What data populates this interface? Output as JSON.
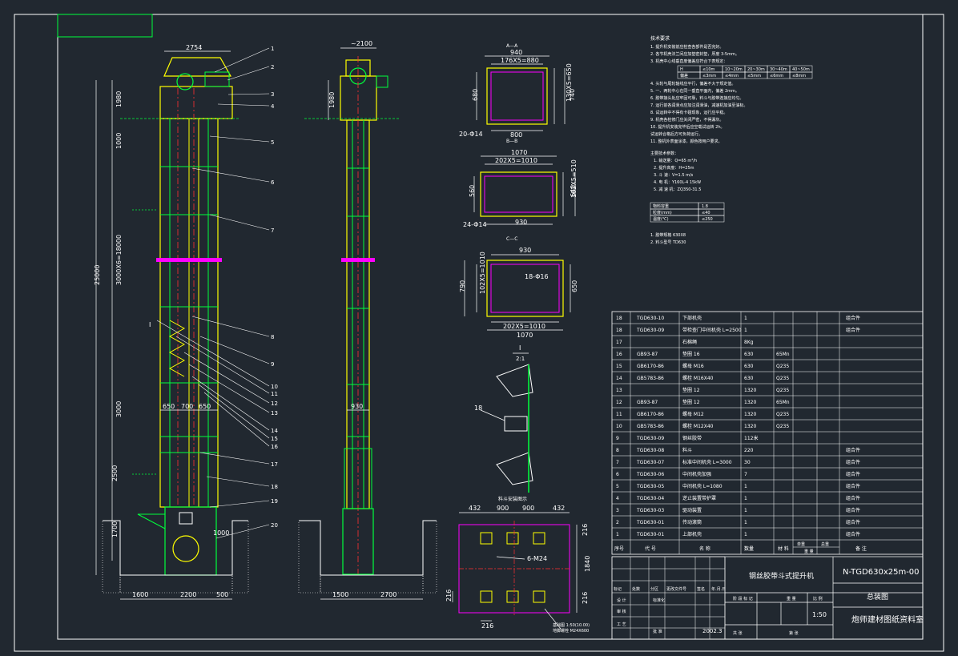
{
  "drawing": {
    "title_cn": "钢丝胶带斗式提升机",
    "drawing_no": "N-TGD630x25m-00",
    "sheet_name": "总装图",
    "scale": "1:50",
    "date": "2002.3",
    "org": "炮师建材图纸资料室"
  },
  "elevation": {
    "top_width": "2754",
    "side_width": "~2100",
    "dim_head": "1980",
    "dim_upper": "1000",
    "dim_total": "25000",
    "dim_mid": "3000X6=18000",
    "dim_lower1": "3000",
    "dim_lower2": "2500",
    "dim_boot": "1700",
    "dim_boot2": "1000",
    "dim_650": "650",
    "dim_700": "700",
    "dim_650b": "650",
    "dim_930": "930",
    "base_left": "1600",
    "base_mid": "2200",
    "base_right": "500",
    "side_base_1": "1500",
    "side_base_2": "2700",
    "balloons": [
      "1",
      "2",
      "3",
      "4",
      "5",
      "6",
      "7",
      "8",
      "9",
      "10",
      "11",
      "12",
      "13",
      "14",
      "15",
      "16",
      "17",
      "18",
      "19",
      "20"
    ],
    "detail_mark": "I"
  },
  "sections": {
    "sec1_label": "A—A",
    "sec1_w1": "940",
    "sec1_w2": "176X5=880",
    "sec1_w3": "800",
    "sec1_h1": "680",
    "sec1_h2": "740",
    "sec1_h3": "130X5=650",
    "sec1_bolt": "20-Φ14",
    "sec2_label": "B—B",
    "sec2_w1": "1070",
    "sec2_w2": "202X5=1010",
    "sec2_w3": "930",
    "sec2_h1": "560",
    "sec2_h2": "640",
    "sec2_h3": "102X5=510",
    "sec2_bolt": "24-Φ14",
    "sec3_label": "C—C",
    "sec3_w1": "930",
    "sec3_h1": "790",
    "sec3_h2": "650",
    "sec3_h3": "102X5=1010",
    "sec3_bolt": "18-Φ16",
    "sec3_w2": "202X5=1010",
    "sec3_w3": "1070",
    "detail_title": "I",
    "detail_scale": "2:1",
    "detail_balloon": "18",
    "detail_caption": "料斗安装图示"
  },
  "foundation": {
    "dims_top": [
      "432",
      "900",
      "900",
      "432"
    ],
    "dim_right1": "216",
    "dim_right2": "1840",
    "dim_right3": "216",
    "dim_left": "216",
    "dim_bottom": "216",
    "bolt_label": "6-M24",
    "caption1": "基础图 1:50(10.00)",
    "caption2": "地脚螺栓 M24X600"
  },
  "notes": {
    "title": "技术要求",
    "lines": [
      "1. 提升机安装前应检查各部件是否完好。",
      "2. 各节机壳法兰间应加垫密封垫，厚度 3-5mm。",
      "3. 机壳中心线垂直度偏差应符合下表规定：",
      "4. 头轮与尾轮轴线应平行，偏差不大于规定值。",
      "5. 一、两轮中心在同一垂直平面内，偏差 2mm。",
      "6. 胶带接头处应牢固可靠，料斗与胶带连接应均匀。",
      "7. 运行前各润滑点应加注润滑油，减速机加油至油标。",
      "8. 试运转中不得有卡碰现象，运行应平稳。",
      "9. 机壳各检修门应关闭严密，不得漏灰。",
      "10. 提升机安装完毕后应空载试运转 2h。",
      "    试运转合格后方可负荷运行。",
      "11. 整机外表面涂漆，颜色按用户要求。"
    ],
    "table_row1": [
      "H",
      "≤10m",
      "10~20m",
      "20~30m",
      "30~40m",
      "40~50m"
    ],
    "table_row2": [
      "偏差",
      "≤3mm",
      "≤4mm",
      "≤5mm",
      "≤6mm",
      "≤8mm"
    ],
    "spec_title": "主要技术参数：",
    "spec_lines": [
      "1. 输送量：Q=65 m³/h",
      "2. 提升高度：H=25m",
      "3. 斗    速：V=1.5 m/s",
      "4. 电    机：Y160L-4 15kW",
      "5. 减 速 机：ZQ350-31.5"
    ],
    "spec_table": [
      [
        "物料容重",
        "1.8"
      ],
      [
        "粒度(mm)",
        "≤40"
      ],
      [
        "温度(℃)",
        "≤250"
      ]
    ],
    "tail_lines": [
      "1. 胶带规格 630X8",
      "2. 料斗型号 TD630"
    ]
  },
  "bom": {
    "rows": [
      {
        "no": "18",
        "code": "TGD630-10",
        "name": "下部机壳",
        "qty": "1",
        "mat": "",
        "note": "组合件"
      },
      {
        "no": "18",
        "code": "TGD630-09",
        "name": "带检查门中间机壳 L=2500",
        "qty": "1",
        "mat": "",
        "note": "组合件"
      },
      {
        "no": "17",
        "code": "",
        "name": "石棉绳",
        "qty": "8Kg",
        "mat": "",
        "note": ""
      },
      {
        "no": "16",
        "code": "GB93-87",
        "name": "垫圈 16",
        "qty": "630",
        "mat": "65Mn",
        "note": ""
      },
      {
        "no": "15",
        "code": "GB6170-86",
        "name": "螺母 M16",
        "qty": "630",
        "mat": "Q235",
        "note": ""
      },
      {
        "no": "14",
        "code": "GB5783-86",
        "name": "螺栓 M16X40",
        "qty": "630",
        "mat": "Q235",
        "note": ""
      },
      {
        "no": "13",
        "code": "",
        "name": "垫圈 12",
        "qty": "1320",
        "mat": "Q235",
        "note": ""
      },
      {
        "no": "12",
        "code": "GB93-87",
        "name": "垫圈 12",
        "qty": "1320",
        "mat": "65Mn",
        "note": ""
      },
      {
        "no": "11",
        "code": "GB6170-86",
        "name": "螺母 M12",
        "qty": "1320",
        "mat": "Q235",
        "note": ""
      },
      {
        "no": "10",
        "code": "GB5783-86",
        "name": "螺栓 M12X40",
        "qty": "1320",
        "mat": "Q235",
        "note": ""
      },
      {
        "no": "9",
        "code": "TGD630-09",
        "name": "钢丝胶带",
        "qty": "112米",
        "mat": "",
        "note": ""
      },
      {
        "no": "8",
        "code": "TGD630-08",
        "name": "料斗",
        "qty": "220",
        "mat": "",
        "note": "组合件"
      },
      {
        "no": "7",
        "code": "TGD630-07",
        "name": "标准中间机壳 L=3000",
        "qty": "30",
        "mat": "",
        "note": "组合件"
      },
      {
        "no": "6",
        "code": "TGD630-06",
        "name": "中间机壳加强",
        "qty": "7",
        "mat": "",
        "note": "组合件"
      },
      {
        "no": "5",
        "code": "TGD630-05",
        "name": "中间机壳 L=1080",
        "qty": "1",
        "mat": "",
        "note": "组合件"
      },
      {
        "no": "4",
        "code": "TGD630-04",
        "name": "逆止装置带护罩",
        "qty": "1",
        "mat": "",
        "note": "组合件"
      },
      {
        "no": "3",
        "code": "TGD630-03",
        "name": "驱动装置",
        "qty": "1",
        "mat": "",
        "note": "组合件"
      },
      {
        "no": "2",
        "code": "TGD630-01",
        "name": "传动滚筒",
        "qty": "1",
        "mat": "",
        "note": "组合件"
      },
      {
        "no": "1",
        "code": "TGD630-01",
        "name": "上部机壳",
        "qty": "1",
        "mat": "",
        "note": "组合件"
      }
    ],
    "header": {
      "no": "序号",
      "code": "代 号",
      "name": "名  称",
      "qty": "数量",
      "mat": "材 料",
      "w1": "单重",
      "w2": "总重",
      "weight": "重 量",
      "note": "备 注"
    }
  },
  "titleblock": {
    "labels": [
      "标记",
      "处数",
      "分区",
      "更改文件号",
      "签名",
      "年.月.日"
    ],
    "labels2": [
      "设 计",
      "标准化",
      "阶 段 标 记",
      "重 量",
      "比 例"
    ],
    "labels3": [
      "审 核",
      "批 准",
      "共",
      "张",
      "第",
      "张"
    ],
    "labels4": [
      "工 艺"
    ]
  },
  "colors": {
    "bg": "#212830",
    "frame": "#ffffff",
    "green": "#00ff3c",
    "yellow": "#ffff00",
    "cyan": "#00ffff",
    "magenta": "#ff00ff",
    "red": "#ff3030",
    "white": "#ffffff"
  }
}
